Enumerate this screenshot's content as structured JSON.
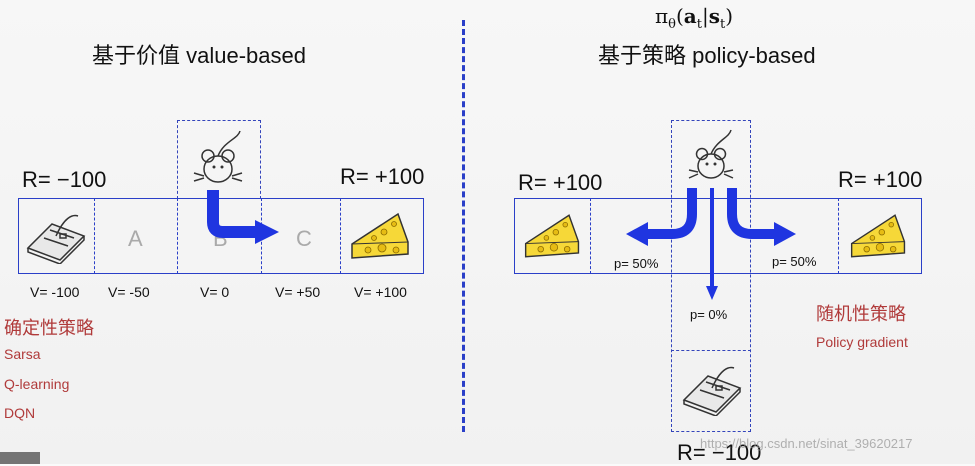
{
  "formula": "πθ(at|st)",
  "left": {
    "title": "基于价值 value-based",
    "reward_left": "R= −100",
    "reward_right": "R= +100",
    "cells": [
      "A",
      "B",
      "C"
    ],
    "values": [
      "V= -100",
      "V= -50",
      "V= 0",
      "V= +50",
      "V= +100"
    ],
    "policy_heading": "确定性策略",
    "algorithms": [
      "Sarsa",
      "Q-learning",
      "DQN"
    ]
  },
  "right": {
    "title": "基于策略 policy-based",
    "reward_left": "R= +100",
    "reward_right": "R= +100",
    "reward_bottom": "R= −100",
    "p_left": "p= 50%",
    "p_right": "p= 50%",
    "p_down": "p= 0%",
    "policy_heading": "随机性策略",
    "method": "Policy gradient"
  },
  "watermark": "https://blog.csdn.net/sinat_39620217",
  "icons": {
    "mouse": "mouse-icon",
    "cheese": "cheese-icon",
    "trap": "mousetrap-icon"
  },
  "colors": {
    "arrow": "#1f35e0",
    "grid": "#2a3fc8",
    "divider": "#2a3fc8",
    "policy_text": "#b03a3a"
  }
}
